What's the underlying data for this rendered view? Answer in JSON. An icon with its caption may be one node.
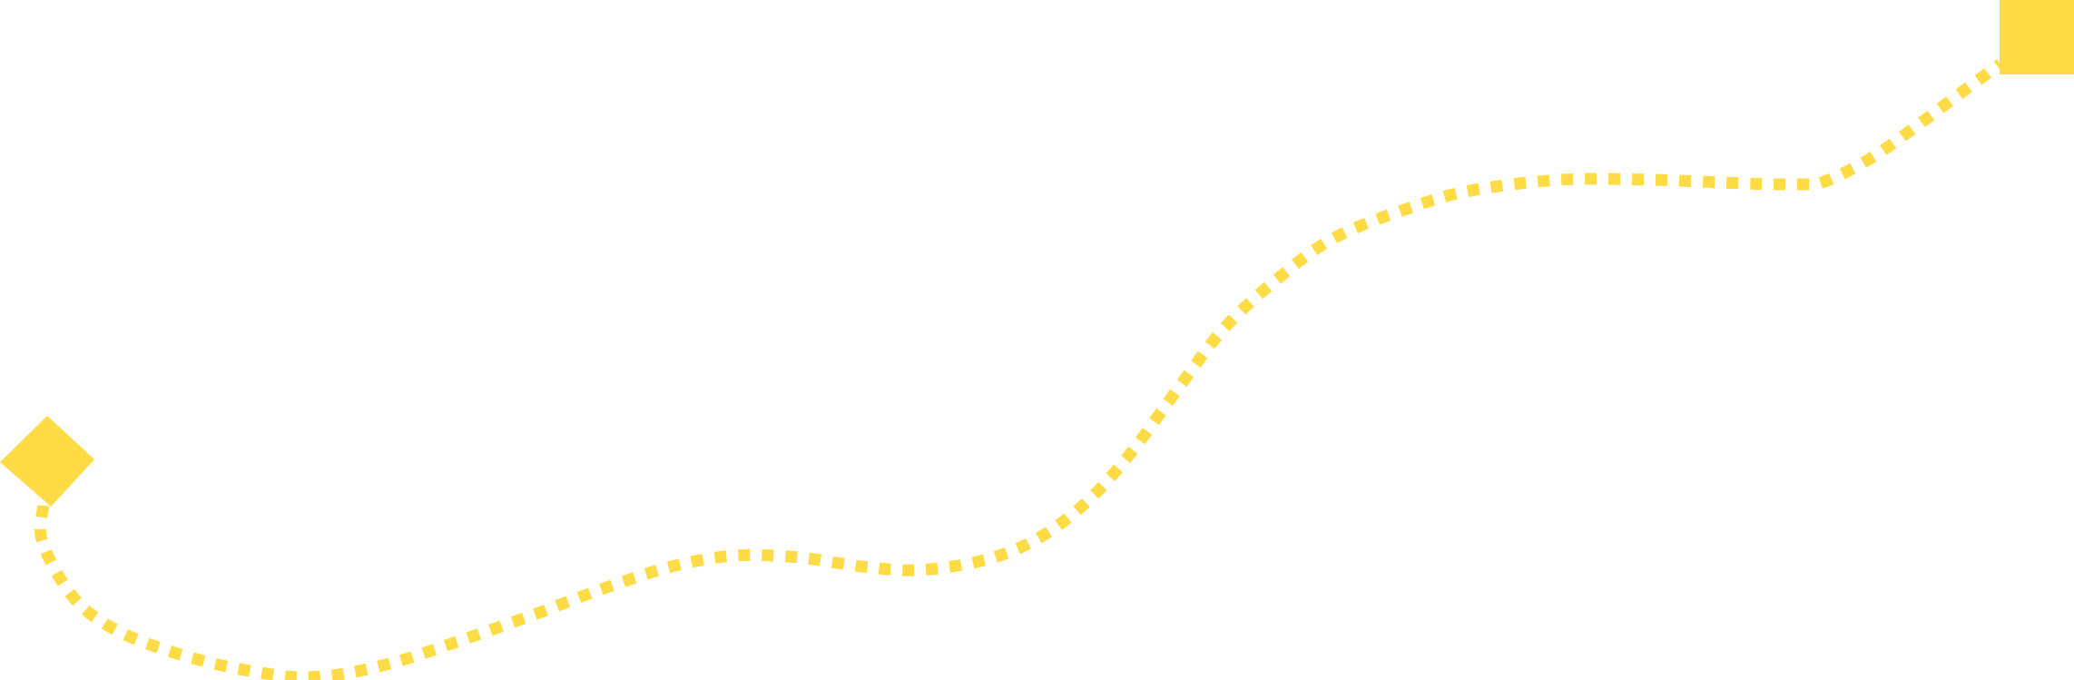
{
  "diagram": {
    "nodes": [
      {
        "text": [],
        "shape": "diamond"
      },
      {
        "text": [],
        "shape": "box"
      }
    ],
    "edges": [
      {
        "from": 0,
        "to": 1,
        "arrow": "none",
        "style": "dashed"
      }
    ]
  }
}
